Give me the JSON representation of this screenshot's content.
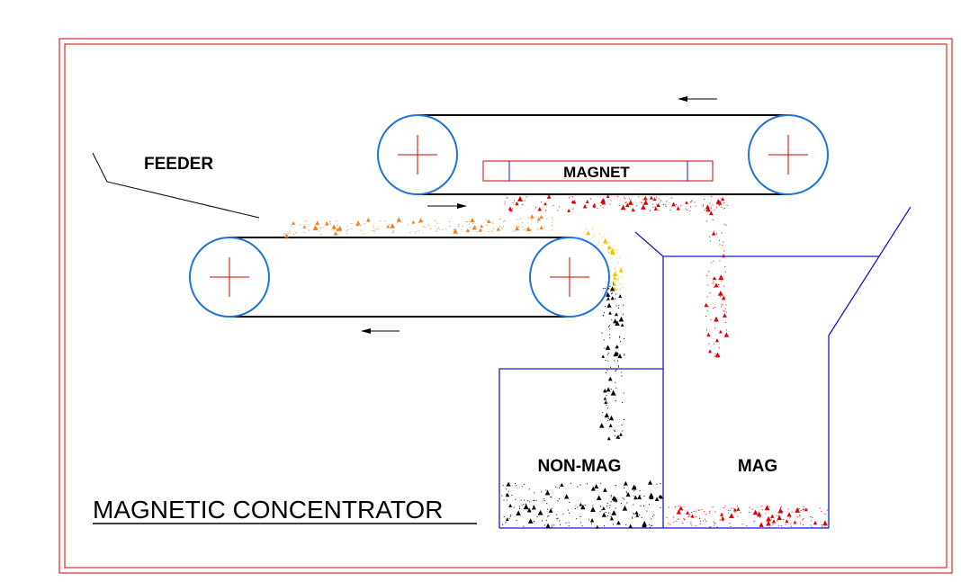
{
  "labels": {
    "feeder": "FEEDER",
    "magnet": "MAGNET",
    "non_mag": "NON-MAG",
    "mag": "MAG",
    "title": "MAGNETIC CONCENTRATOR"
  },
  "colors": {
    "frame": "#d40000",
    "pulley": "#1e73d9",
    "crosshair": "#d40000",
    "belt": "#000000",
    "bin": "#1a1ad0",
    "magnetic_particles": "#e00000",
    "mixed_particles": "#f08020",
    "nonmag_particles": "#000000",
    "transition_particles": "#e8c800"
  }
}
